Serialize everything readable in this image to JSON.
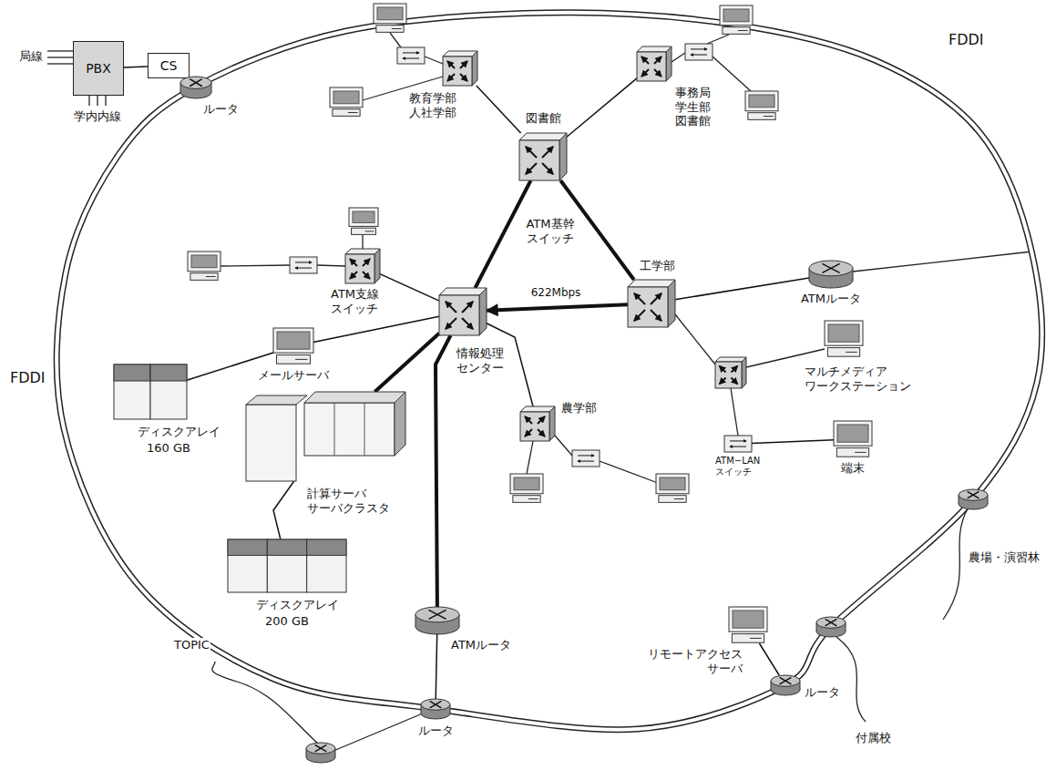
{
  "diagram": {
    "nodes": [
      {
        "text": [
          "PBX"
        ]
      },
      {
        "text": [
          "CS"
        ]
      },
      {
        "text": [
          "ルータ"
        ]
      },
      {
        "text": [
          "教育学部 人社学部"
        ]
      },
      {
        "text": [
          "図書館",
          "ATM基幹 スイッチ"
        ]
      },
      {
        "text": [
          "事務局 学生部 図書館"
        ]
      },
      {
        "text": [
          "ATM支線 スイッチ"
        ]
      },
      {
        "text": [
          "情報処理 センター"
        ]
      },
      {
        "text": [
          "工学部"
        ]
      },
      {
        "text": [
          "ATMルータ"
        ]
      },
      {
        "text": [
          "マルチメディア ワークステーション"
        ]
      },
      {
        "text": [
          "ATM−LAN スイッチ"
        ]
      },
      {
        "text": [
          "端末"
        ]
      },
      {
        "text": [
          "メールサーバ"
        ]
      },
      {
        "text": [
          "ディスクアレイ",
          "160 GB"
        ]
      },
      {
        "text": [
          "計算サーバ サーバクラスタ"
        ]
      },
      {
        "text": [
          "ディスクアレイ",
          "200 GB"
        ]
      },
      {
        "text": [
          "農学部"
        ]
      },
      {
        "text": [
          "ATMルータ"
        ]
      },
      {
        "text": [
          "ルータ"
        ]
      },
      {
        "text": [
          "リモートアクセス サーバ"
        ]
      },
      {
        "text": [
          "ルータ"
        ]
      }
    ],
    "edges": [
      {
        "from": 0,
        "to": 1,
        "arrow": "none"
      },
      {
        "from": 1,
        "to": 2,
        "arrow": "none"
      },
      {
        "from": 3,
        "to": 4,
        "arrow": "none"
      },
      {
        "from": 5,
        "to": 4,
        "arrow": "none"
      },
      {
        "from": 4,
        "to": 7,
        "arrow": "none"
      },
      {
        "from": 4,
        "to": 8,
        "arrow": "none"
      },
      {
        "from": 8,
        "to": 7,
        "label": "622Mbps",
        "arrow": "to"
      },
      {
        "from": 6,
        "to": 7,
        "arrow": "none"
      },
      {
        "from": 13,
        "to": 7,
        "arrow": "none"
      },
      {
        "from": 14,
        "to": 13,
        "arrow": "none"
      },
      {
        "from": 7,
        "to": 15,
        "arrow": "none"
      },
      {
        "from": 15,
        "to": 16,
        "arrow": "none"
      },
      {
        "from": 7,
        "to": 18,
        "arrow": "none"
      },
      {
        "from": 18,
        "to": 19,
        "arrow": "none"
      },
      {
        "from": 7,
        "to": 17,
        "arrow": "none"
      },
      {
        "from": 8,
        "to": 9,
        "arrow": "none"
      },
      {
        "from": 11,
        "to": 12,
        "arrow": "none"
      },
      {
        "from": 20,
        "to": 21,
        "arrow": "none"
      }
    ],
    "labels": [
      "局線",
      "学内内線",
      "FDDI",
      "FDDI",
      "TOPIC",
      "農場・演習林",
      "付属校"
    ]
  }
}
